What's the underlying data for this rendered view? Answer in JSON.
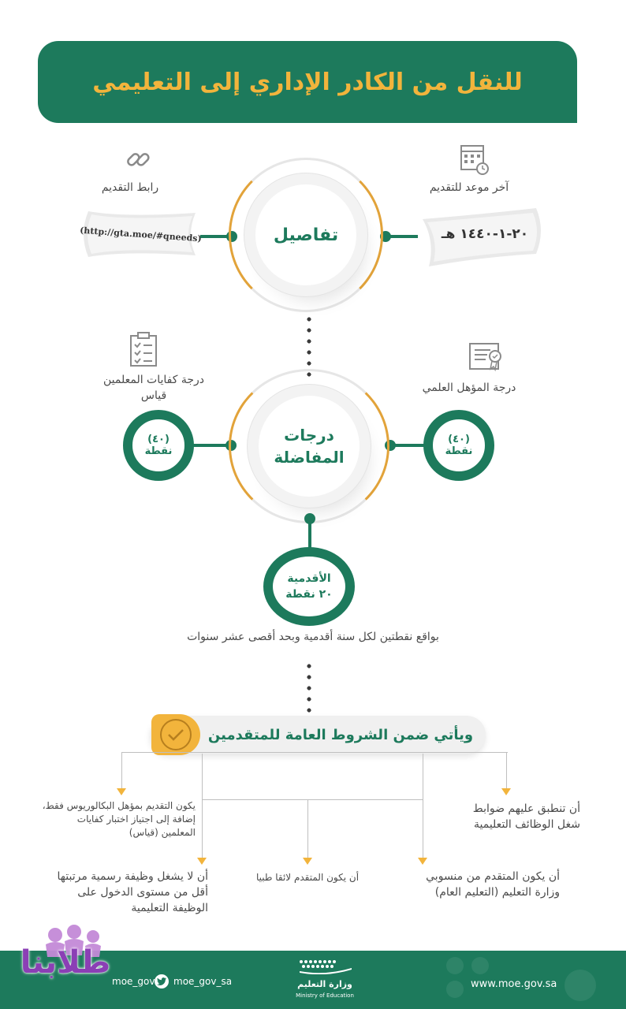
{
  "header": {
    "title": "للنقل من الكادر الإداري إلى التعليمي"
  },
  "details": {
    "center_label": "تفاصيل",
    "link_label": "رابط التقديم",
    "link_value": "(http://gta.moe/#qneeds)",
    "deadline_label": "آخر موعد للتقديم",
    "deadline_value": "٢٠-١-١٤٤٠ هـ"
  },
  "preference": {
    "center_label_line1": "درجات",
    "center_label_line2": "المفاضلة",
    "left_label_line1": "درجة كفايات المعلمين",
    "left_label_line2": "قياس",
    "left_points": "(٤٠) نقطة",
    "right_label": "درجة المؤهل العلمي",
    "right_points": "(٤٠) نقطة",
    "seniority_line1": "الأقدمية",
    "seniority_line2": "٢٠ نقطة",
    "seniority_note": "بواقع نقطتين لكل سنة أقدمية وبحد أقصى عشر سنوات"
  },
  "conditions": {
    "title": "ويأتي ضمن الشروط العامة للمتقدمين",
    "items": [
      "أن تنطبق عليهم ضوابط شغل الوظائف التعليمية",
      "يكون التقديم بمؤهل البكالوريوس فقط، إضافة إلى اجتياز اختبار كفايات المعلمين (قياس)",
      "أن يكون المتقدم من منسوبي وزارة التعليم (التعليم العام)",
      "أن يكون المتقدم لائقا طبيا",
      "أن لا يشغل وظيفة رسمية مرتبتها أقل من مستوى الدخول على الوظيفة التعليمية"
    ]
  },
  "footer": {
    "website": "www.moe.gov.sa",
    "twitter": "moe_gov_sa",
    "other_handle": "moe_gov",
    "ministry_ar": "وزارة التعليم",
    "ministry_en": "Ministry of Education",
    "watermark": "طلابنا"
  },
  "colors": {
    "primary": "#1d7a5c",
    "accent": "#f2b43c"
  },
  "icons": {
    "link": "link-icon",
    "calendar": "calendar-clock-icon",
    "checklist": "clipboard-checklist-icon",
    "certificate": "certificate-icon",
    "check": "check-icon",
    "twitter": "twitter-icon"
  }
}
